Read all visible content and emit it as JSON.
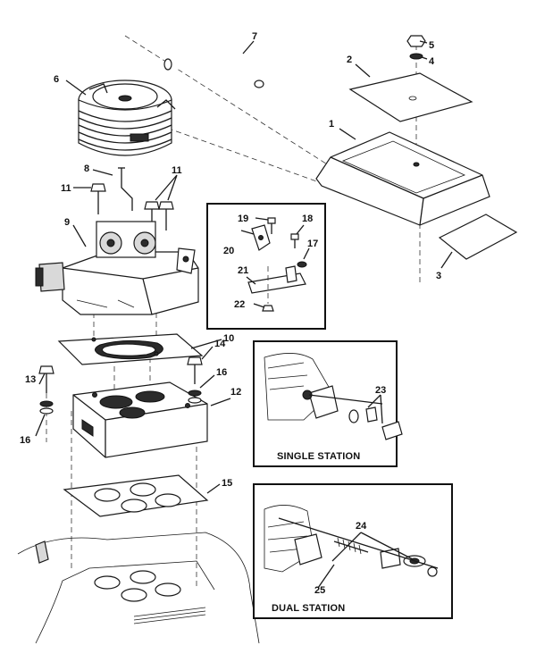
{
  "callouts": [
    "1",
    "2",
    "3",
    "4",
    "5",
    "6",
    "7",
    "8",
    "9",
    "10",
    "11",
    "11",
    "12",
    "13",
    "14",
    "15",
    "16",
    "16",
    "17",
    "18",
    "19",
    "20",
    "21",
    "22",
    "23",
    "24",
    "25"
  ],
  "captions": {
    "single": "SINGLE STATION",
    "dual": "DUAL STATION"
  }
}
